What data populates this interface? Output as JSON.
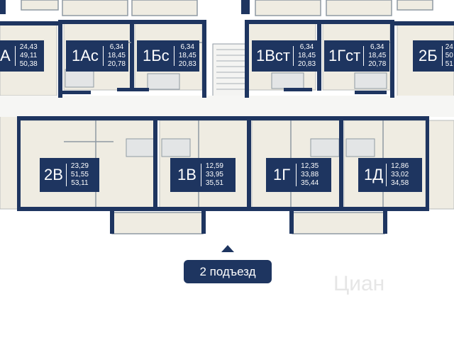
{
  "entrance": {
    "label": "2 подъезд"
  },
  "watermark": {
    "text": "Циан"
  },
  "apartments": [
    {
      "code": "А",
      "areas": [
        "24,43",
        "49,11",
        "50,38"
      ]
    },
    {
      "code": "1Ас",
      "areas": [
        "6,34",
        "18,45",
        "20,78"
      ]
    },
    {
      "code": "1Бс",
      "areas": [
        "6,34",
        "18,45",
        "20,83"
      ]
    },
    {
      "code": "1Вст",
      "areas": [
        "6,34",
        "18,45",
        "20,83"
      ]
    },
    {
      "code": "1Гст",
      "areas": [
        "6,34",
        "18,45",
        "20,78"
      ]
    },
    {
      "code": "2Б",
      "areas": [
        "24",
        "50",
        "51"
      ]
    },
    {
      "code": "2В",
      "areas": [
        "23,29",
        "51,55",
        "53,11"
      ]
    },
    {
      "code": "1В",
      "areas": [
        "12,59",
        "33,95",
        "35,51"
      ]
    },
    {
      "code": "1Г",
      "areas": [
        "12,35",
        "33,88",
        "35,44"
      ]
    },
    {
      "code": "1Д",
      "areas": [
        "12,86",
        "33,02",
        "34,58"
      ]
    }
  ],
  "colors": {
    "wall": "#1e3560",
    "room": "#efece2",
    "wet": "#e3e5e6",
    "outline": "#8f9aa3"
  }
}
